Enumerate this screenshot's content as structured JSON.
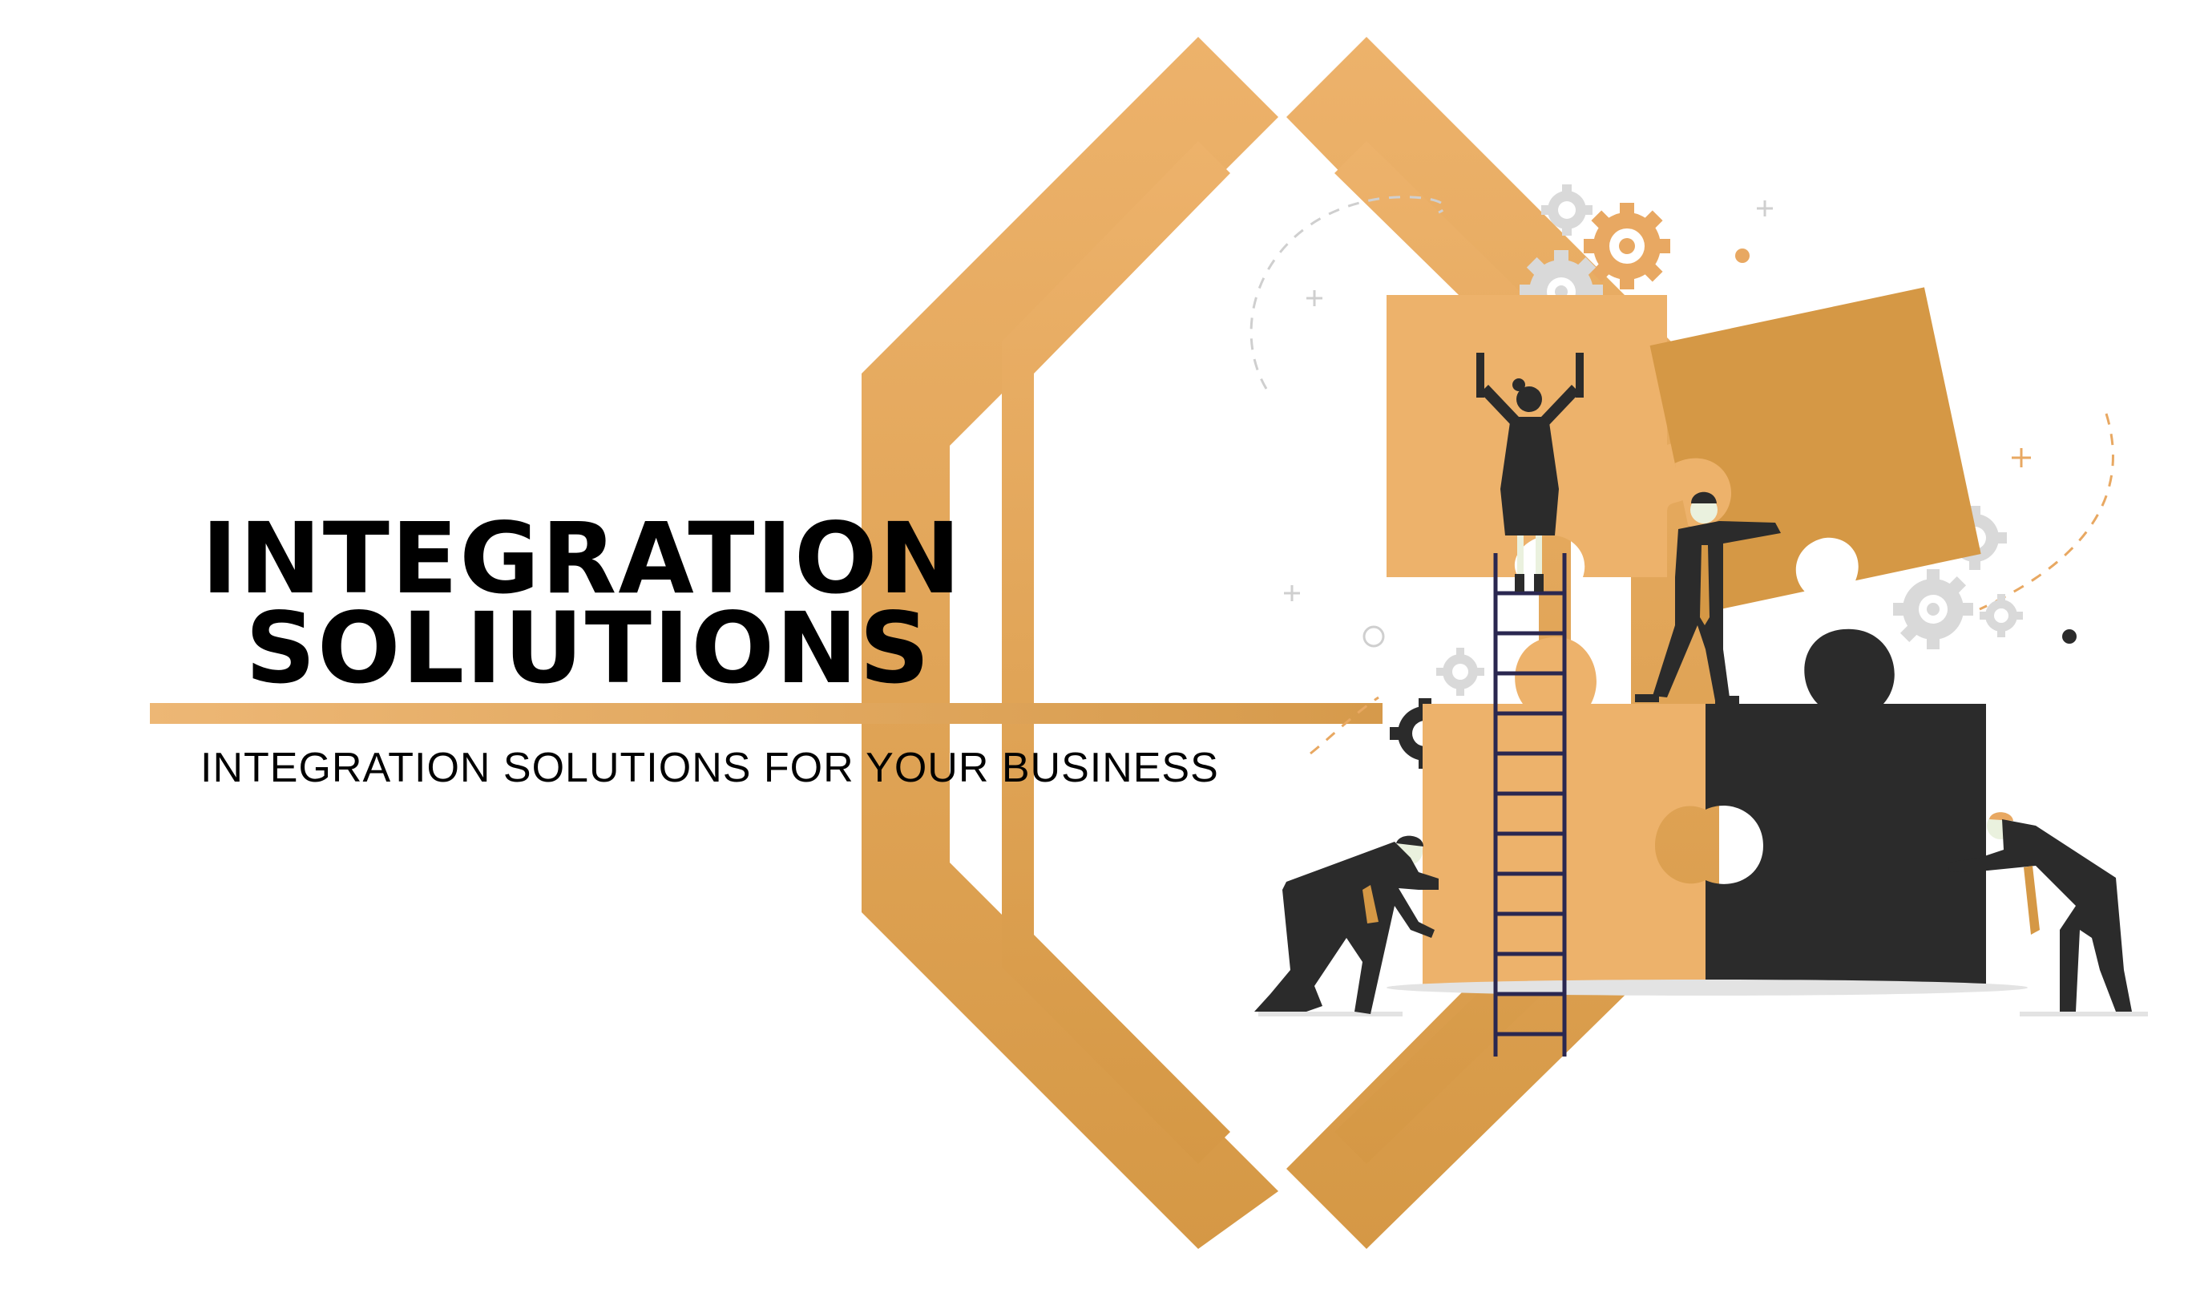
{
  "headline": {
    "line1": "INTEGRATION",
    "line2": "SOLIUTIONS"
  },
  "tagline": "INTEGRATION SOLUTIONS FOR YOUR BUSINESS",
  "colors": {
    "accent_orange": "#E8A862",
    "accent_orange_dark": "#D59845",
    "puzzle_dark": "#2B2B2B",
    "text": "#000000",
    "gear_grey": "#D9D9D9",
    "ladder": "#2A2750"
  },
  "illustration": {
    "scene": "business-team-assembling-puzzle",
    "icons": [
      "gear-icon",
      "puzzle-piece-icon",
      "ladder-icon",
      "person-icon"
    ]
  }
}
